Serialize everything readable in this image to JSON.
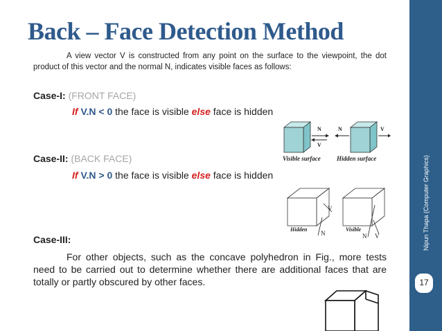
{
  "title": "Back – Face Detection Method",
  "intro": "A view vector V is constructed from any point on the surface to the viewpoint, the dot product of this vector and the normal N, indicates visible faces as follows:",
  "case1": {
    "label": "Case-I:",
    "sub": "(FRONT FACE)",
    "if": "If",
    "expr": "V.N < 0",
    "mid": "the face is visible",
    "else": "else",
    "end": "face is hidden"
  },
  "case2": {
    "label": "Case-II:",
    "sub": "(BACK FACE)",
    "if": "If",
    "expr": "V.N > 0",
    "mid": "the face is visible",
    "else": "else",
    "end": "face is hidden"
  },
  "case3": {
    "label": "Case-III:",
    "text": "For other objects, such as the concave polyhedron in Fig., more tests need to be carried out to determine whether there are additional faces that are totally or partly obscured by other faces."
  },
  "fig1": {
    "n_left": "N",
    "v_left": "V",
    "n_right": "N",
    "v_right": "V",
    "cap_left": "Visible surface",
    "cap_right": "Hidden surface"
  },
  "fig2": {
    "v_left": "V",
    "n_left": "N",
    "v_right": "V",
    "n_right": "N",
    "cap_left": "Hidden",
    "cap_right": "Visible"
  },
  "sidebar": {
    "author": "Nipun Thapa (Computer Graphics)",
    "page": "17"
  },
  "colors": {
    "title": "#2f5a8c",
    "sidebar": "#2e5f8a",
    "keyword": "#d62020",
    "subtitle_gray": "#a6a6a6",
    "cube_fill": "#9fd3d6"
  }
}
